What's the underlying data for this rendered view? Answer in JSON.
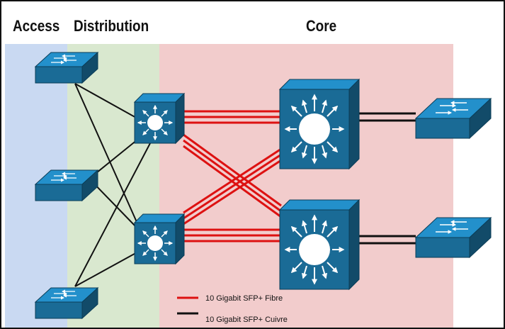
{
  "zones": {
    "access": {
      "label": "Access",
      "color": "#c9d9f2"
    },
    "distribution": {
      "label": "Distribution",
      "color": "#d9e8cf"
    },
    "core": {
      "label": "Core",
      "color": "#f2cccc"
    }
  },
  "legend": {
    "fibre": {
      "label": "10 Gigabit SFP+ Fibre",
      "color": "#dd1111"
    },
    "copper": {
      "label": "10 Gigabit SFP+ Cuivre",
      "color": "#111111"
    }
  },
  "device_color": "#1a6b96"
}
